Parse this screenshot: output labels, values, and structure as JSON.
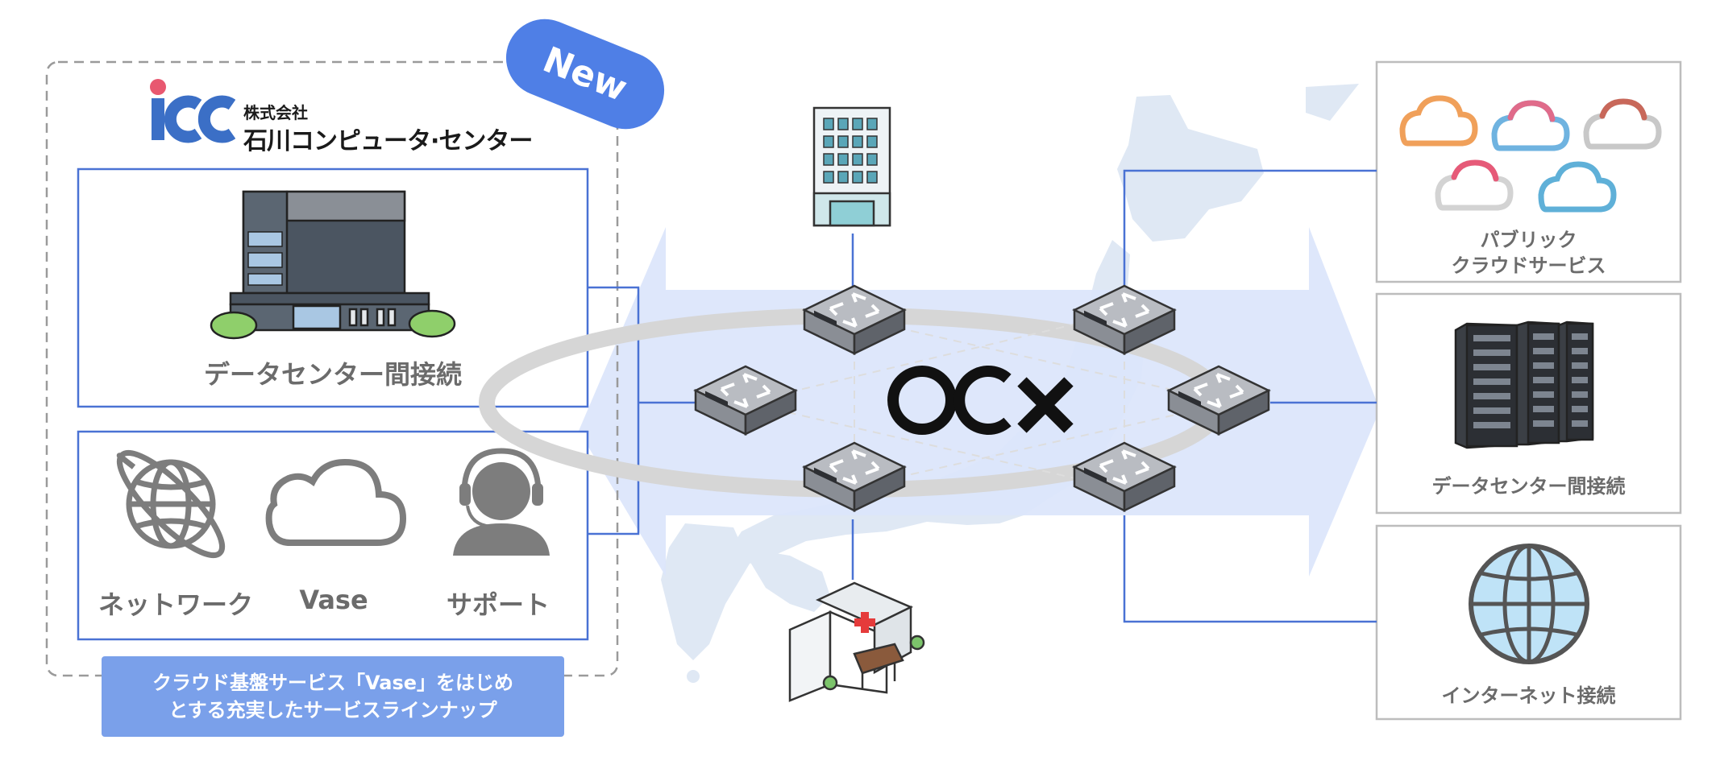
{
  "badge": {
    "new_label": "New"
  },
  "company": {
    "logo_text": "icc",
    "name_line1": "株式会社",
    "name_line2": "石川コンピュータ·センター"
  },
  "left_panel": {
    "datacenter_label": "データセンター間接続",
    "services": [
      {
        "icon": "globe-icon",
        "label": "ネットワーク"
      },
      {
        "icon": "cloud-icon",
        "label": "Vase"
      },
      {
        "icon": "support-headset-icon",
        "label": "サポート"
      }
    ],
    "caption_line1": "クラウド基盤サービス「Vase」をはじめ",
    "caption_line2": "とする充実したサービスラインナップ"
  },
  "center": {
    "hub_logo": "OCX",
    "top_node_icon": "office-building-icon",
    "bottom_node_icon": "hospital-icon",
    "switch_icon": "network-switch-icon"
  },
  "right_panel": {
    "public_cloud_line1": "パブリック",
    "public_cloud_line2": "クラウドサービス",
    "datacenter_label": "データセンター間接続",
    "internet_label": "インターネット接続"
  },
  "colors": {
    "accent_blue": "#4f7fe6",
    "caption_blue": "#7aa0ea",
    "line_blue": "#4a72d4",
    "arrow_fill": "#dbe5fb",
    "map_fill": "#dfe8f4",
    "ring_gray": "#d6d6d6"
  }
}
